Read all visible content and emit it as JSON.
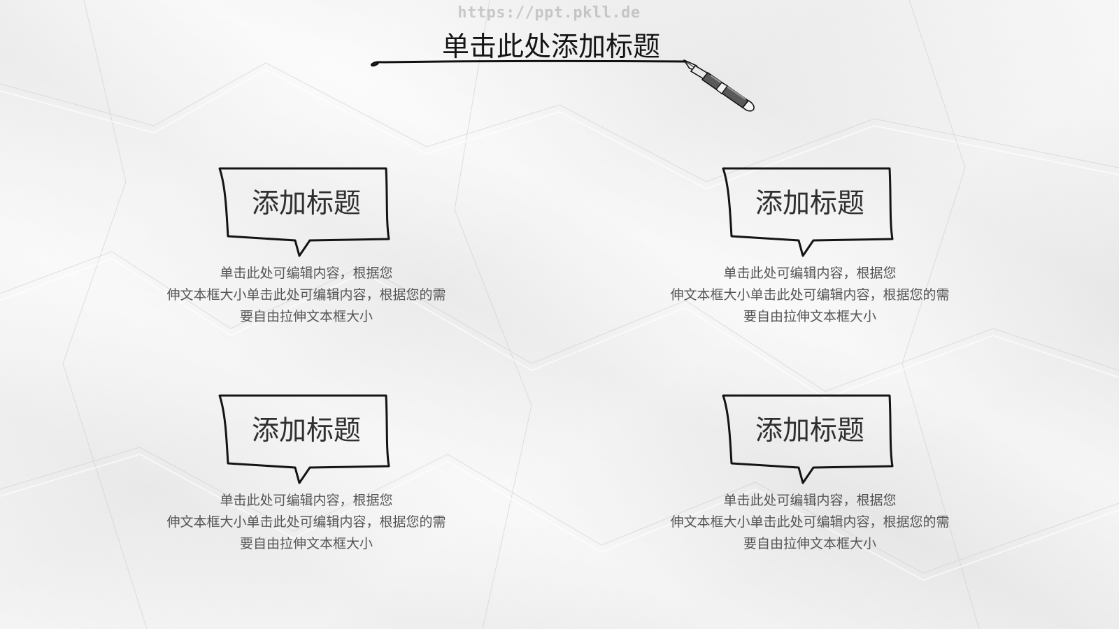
{
  "watermark": "https://ppt.pkll.de",
  "title": "单击此处添加标题",
  "cards": [
    {
      "heading": "添加标题",
      "lines": [
        "单击此处可编辑内容，根据您",
        "伸文本框大小单击此处可编辑内容，根据您的需",
        "要自由拉伸文本框大小"
      ]
    },
    {
      "heading": "添加标题",
      "lines": [
        "单击此处可编辑内容，根据您",
        "伸文本框大小单击此处可编辑内容，根据您的需",
        "要自由拉伸文本框大小"
      ]
    },
    {
      "heading": "添加标题",
      "lines": [
        "单击此处可编辑内容，根据您",
        "伸文本框大小单击此处可编辑内容，根据您的需",
        "要自由拉伸文本框大小"
      ]
    },
    {
      "heading": "添加标题",
      "lines": [
        "单击此处可编辑内容，根据您",
        "伸文本框大小单击此处可编辑内容，根据您的需",
        "要自由拉伸文本框大小"
      ]
    }
  ]
}
